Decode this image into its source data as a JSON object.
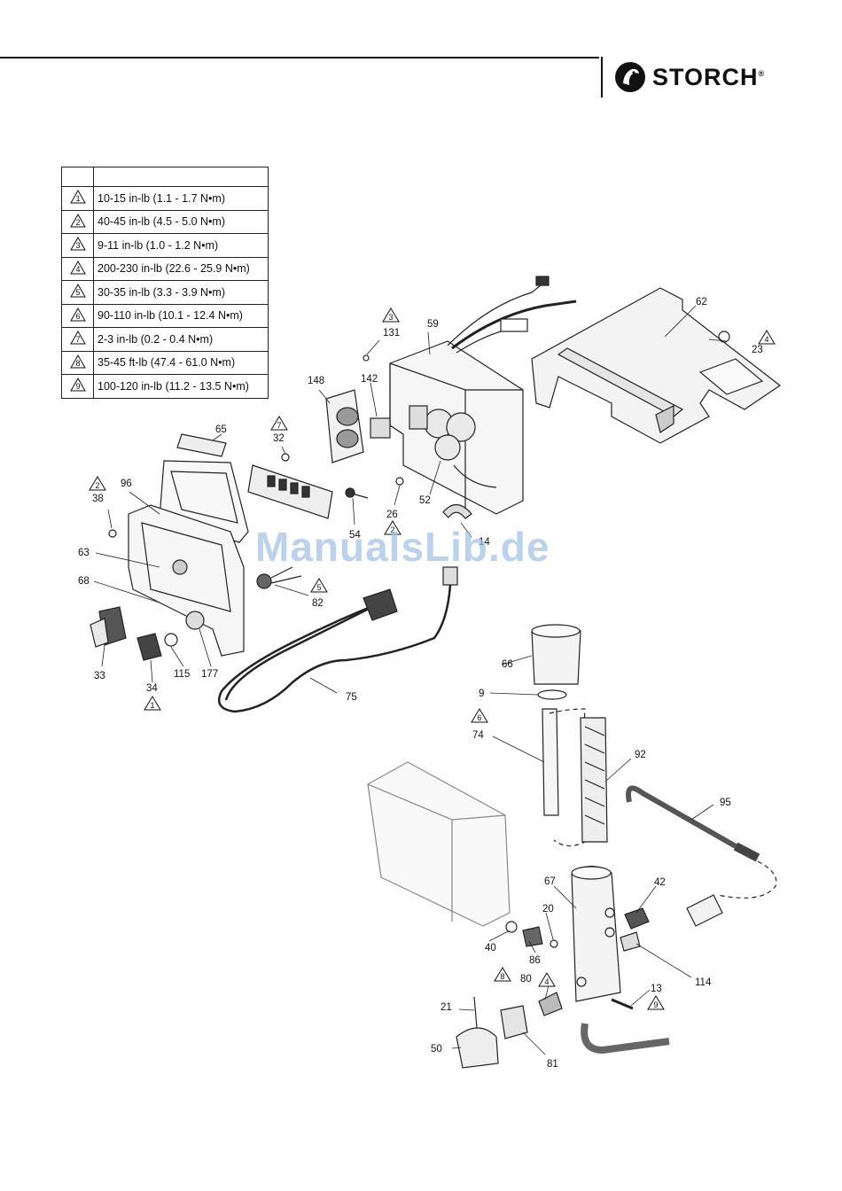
{
  "header": {
    "brand": "STORCH",
    "reg": "®"
  },
  "torque_table": {
    "rows": [
      {
        "num": "1",
        "value": "10-15 in-lb (1.1 - 1.7 N•m)"
      },
      {
        "num": "2",
        "value": "40-45 in-lb (4.5 - 5.0 N•m)"
      },
      {
        "num": "3",
        "value": "9-11 in-lb (1.0 - 1.2 N•m)"
      },
      {
        "num": "4",
        "value": "200-230 in-lb (22.6 - 25.9 N•m)"
      },
      {
        "num": "5",
        "value": "30-35 in-lb (3.3 - 3.9 N•m)"
      },
      {
        "num": "6",
        "value": "90-110 in-lb (10.1 - 12.4 N•m)"
      },
      {
        "num": "7",
        "value": "2-3 in-lb (0.2 - 0.4 N•m)"
      },
      {
        "num": "8",
        "value": "35-45 ft-lb (47.4 - 61.0 N•m)"
      },
      {
        "num": "9",
        "value": "100-120 in-lb (11.2 - 13.5 N•m)"
      }
    ]
  },
  "watermark": "ManualsLib.de",
  "callouts": {
    "c131": "131",
    "c59": "59",
    "c62": "62",
    "c23": "23",
    "c148": "148",
    "c142": "142",
    "c65": "65",
    "c32": "32",
    "c96": "96",
    "c38": "38",
    "c52": "52",
    "c26": "26",
    "c54": "54",
    "c14": "14",
    "c63": "63",
    "c68": "68",
    "c82": "82",
    "c33": "33",
    "c34": "34",
    "c115": "115",
    "c177": "177",
    "c75": "75",
    "c66": "66",
    "c9": "9",
    "c74": "74",
    "c92": "92",
    "c95": "95",
    "c67": "67",
    "c42": "42",
    "c20": "20",
    "c40": "40",
    "c86": "86",
    "c114": "114",
    "c80": "80",
    "c13": "13",
    "c21": "21",
    "c50": "50",
    "c81": "81"
  },
  "triangles": {
    "t3": "3",
    "t4a": "4",
    "t7": "7",
    "t2a": "2",
    "t2b": "2",
    "t5": "5",
    "t1": "1",
    "t6": "6",
    "t8": "8",
    "t4b": "4",
    "t9": "9"
  }
}
